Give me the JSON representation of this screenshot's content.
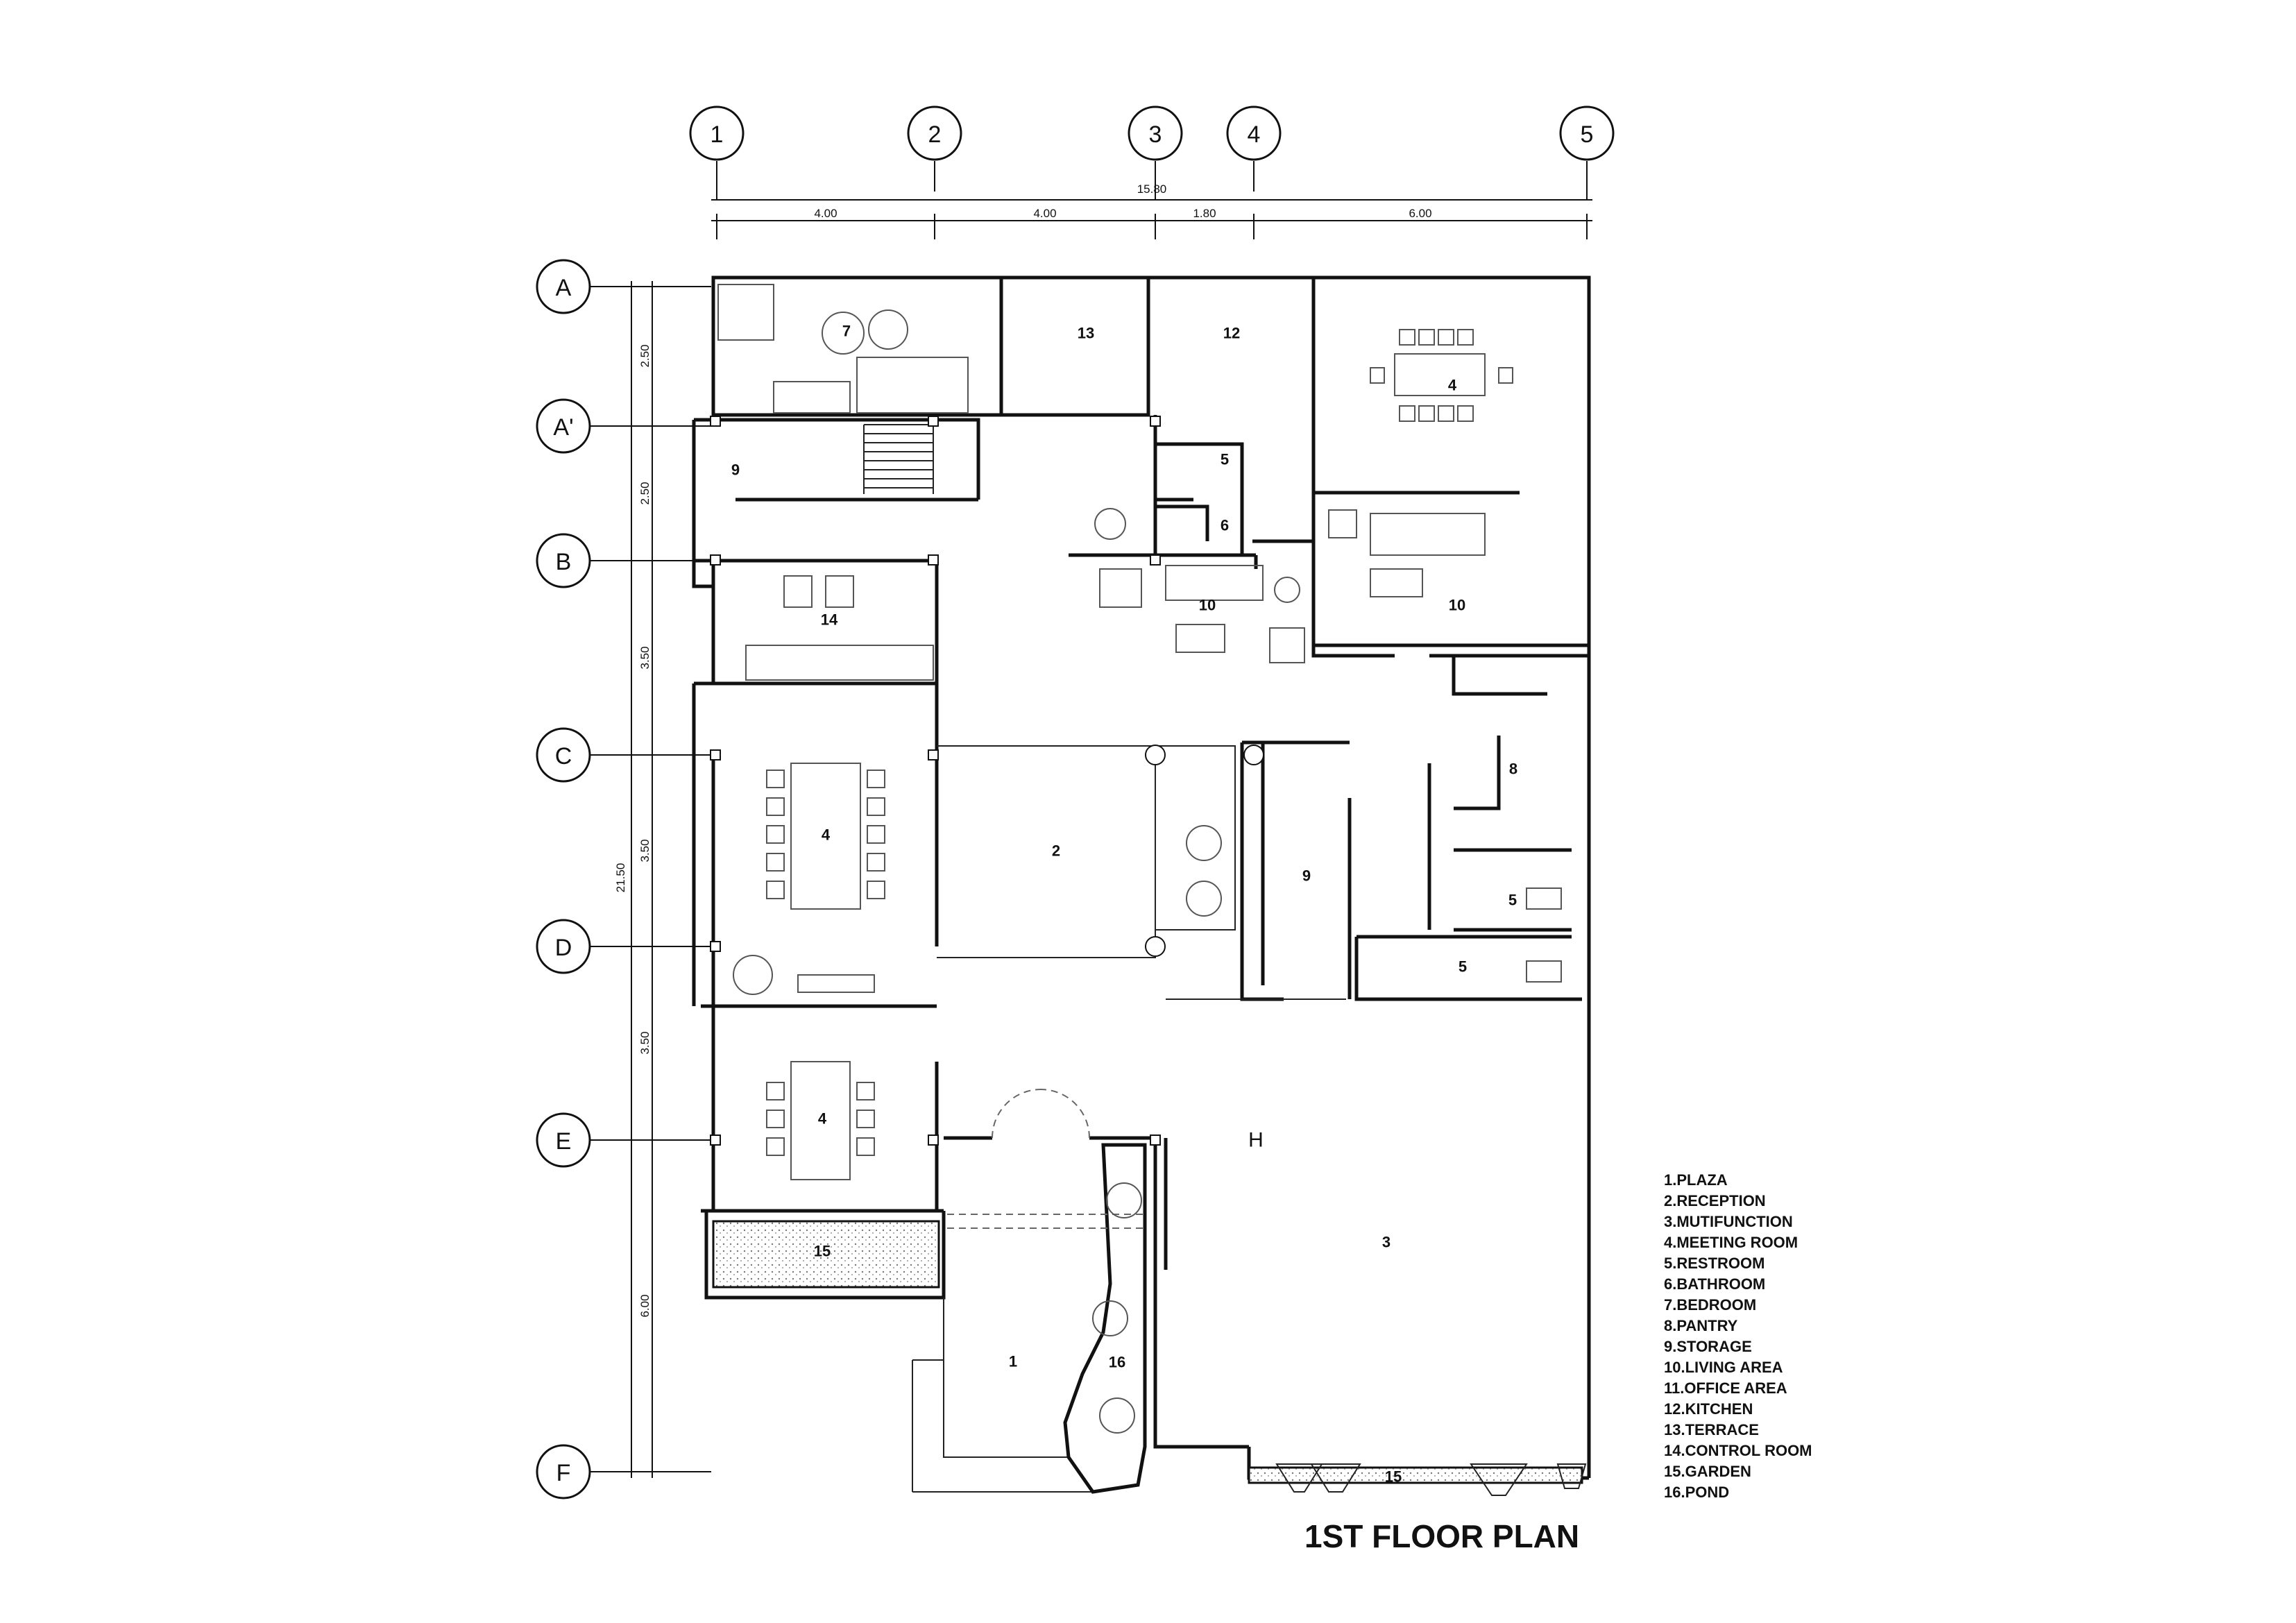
{
  "title": "1ST FLOOR PLAN",
  "grid_columns": [
    {
      "label": "1"
    },
    {
      "label": "2"
    },
    {
      "label": "3"
    },
    {
      "label": "4"
    },
    {
      "label": "5"
    }
  ],
  "grid_rows": [
    {
      "label": "A"
    },
    {
      "label": "A'"
    },
    {
      "label": "B"
    },
    {
      "label": "C"
    },
    {
      "label": "D"
    },
    {
      "label": "E"
    },
    {
      "label": "F"
    }
  ],
  "dimensions": {
    "overall_horizontal": "15.80",
    "horizontal": [
      "4.00",
      "4.00",
      "1.80",
      "6.00"
    ],
    "overall_vertical": "21.50",
    "vertical": [
      "2.50",
      "2.50",
      "3.50",
      "3.50",
      "3.50",
      "6.00"
    ]
  },
  "rooms": [
    {
      "label": "7"
    },
    {
      "label": "13"
    },
    {
      "label": "12"
    },
    {
      "label": "4"
    },
    {
      "label": "9"
    },
    {
      "label": "5"
    },
    {
      "label": "6"
    },
    {
      "label": "10"
    },
    {
      "label": "10"
    },
    {
      "label": "14"
    },
    {
      "label": "8"
    },
    {
      "label": "4"
    },
    {
      "label": "2"
    },
    {
      "label": "9"
    },
    {
      "label": "5"
    },
    {
      "label": "5"
    },
    {
      "label": "4"
    },
    {
      "label": "H"
    },
    {
      "label": "3"
    },
    {
      "label": "15"
    },
    {
      "label": "1"
    },
    {
      "label": "16"
    },
    {
      "label": "15"
    }
  ],
  "legend": [
    "1.PLAZA",
    "2.RECEPTION",
    "3.MUTIFUNCTION",
    "4.MEETING ROOM",
    "5.RESTROOM",
    "6.BATHROOM",
    "7.BEDROOM",
    "8.PANTRY",
    "9.STORAGE",
    "10.LIVING AREA",
    "11.OFFICE AREA",
    "12.KITCHEN",
    "13.TERRACE",
    "14.CONTROL ROOM",
    "15.GARDEN",
    "16.POND"
  ]
}
